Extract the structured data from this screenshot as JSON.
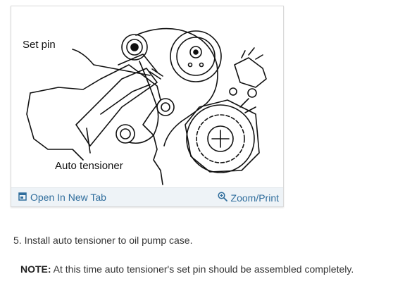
{
  "figure": {
    "labels": {
      "set_pin": "Set pin",
      "auto_tensioner": "Auto tensioner"
    },
    "toolbar": {
      "open_label": "Open In New Tab",
      "zoom_label": "Zoom/Print",
      "open_icon": "open-in-new-tab-icon",
      "zoom_icon": "magnifier-plus-icon"
    }
  },
  "instructions": {
    "step_text": "5. Install auto tensioner to oil pump case.",
    "note_label": "NOTE:",
    "note_text": " At this time auto tensioner's set pin should be assembled completely."
  },
  "colors": {
    "link": "#2f6d9c",
    "toolbar_bg": "#eef3f7",
    "text": "#333333"
  }
}
